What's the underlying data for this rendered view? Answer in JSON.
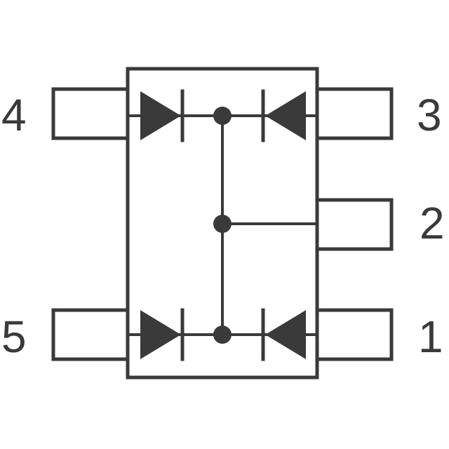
{
  "pins": [
    {
      "number": "4"
    },
    {
      "number": "3"
    },
    {
      "number": "2"
    },
    {
      "number": "5"
    },
    {
      "number": "1"
    }
  ],
  "colors": {
    "line": "#3a3a3a",
    "background": "#ffffff"
  }
}
